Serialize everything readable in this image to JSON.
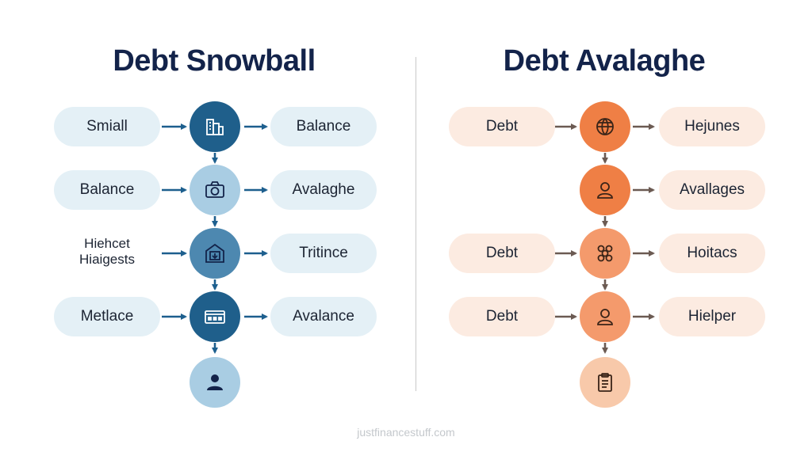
{
  "left": {
    "title": "Debt Snowball",
    "rows": [
      {
        "left": "Smiall",
        "right": "Balance"
      },
      {
        "left": "Balance",
        "right": "Avalaghe"
      },
      {
        "left": "Hiehcet\nHiaigests",
        "right": "Tritince"
      },
      {
        "left": "Metlace",
        "right": "Avalance"
      }
    ],
    "icons": [
      "buildings-icon",
      "camera-icon",
      "box-down-arrow-icon",
      "card-icon",
      "person-icon"
    ]
  },
  "right": {
    "title": "Debt Avalaghe",
    "rows": [
      {
        "left": "Debt",
        "right": "Hejunes"
      },
      {
        "left": "",
        "right": "Avallages"
      },
      {
        "left": "Debt",
        "right": "Hoitacs"
      },
      {
        "left": "Debt",
        "right": "Hielper"
      }
    ],
    "icons": [
      "globe-icon",
      "person-icon",
      "circles-icon",
      "person-outline-icon",
      "clipboard-icon"
    ]
  },
  "watermark": "justfinancestuff.com",
  "colors": {
    "title": "#13234a",
    "blue_dark": "#1f5f8b",
    "blue_mid": "#4d88b0",
    "blue_light": "#a9cde3",
    "orange_dark": "#ef7f45",
    "orange_mid": "#f49a6c",
    "orange_light": "#f8c9aa",
    "arrow_blue": "#1d5f8e",
    "arrow_orange": "#6b5a52"
  }
}
